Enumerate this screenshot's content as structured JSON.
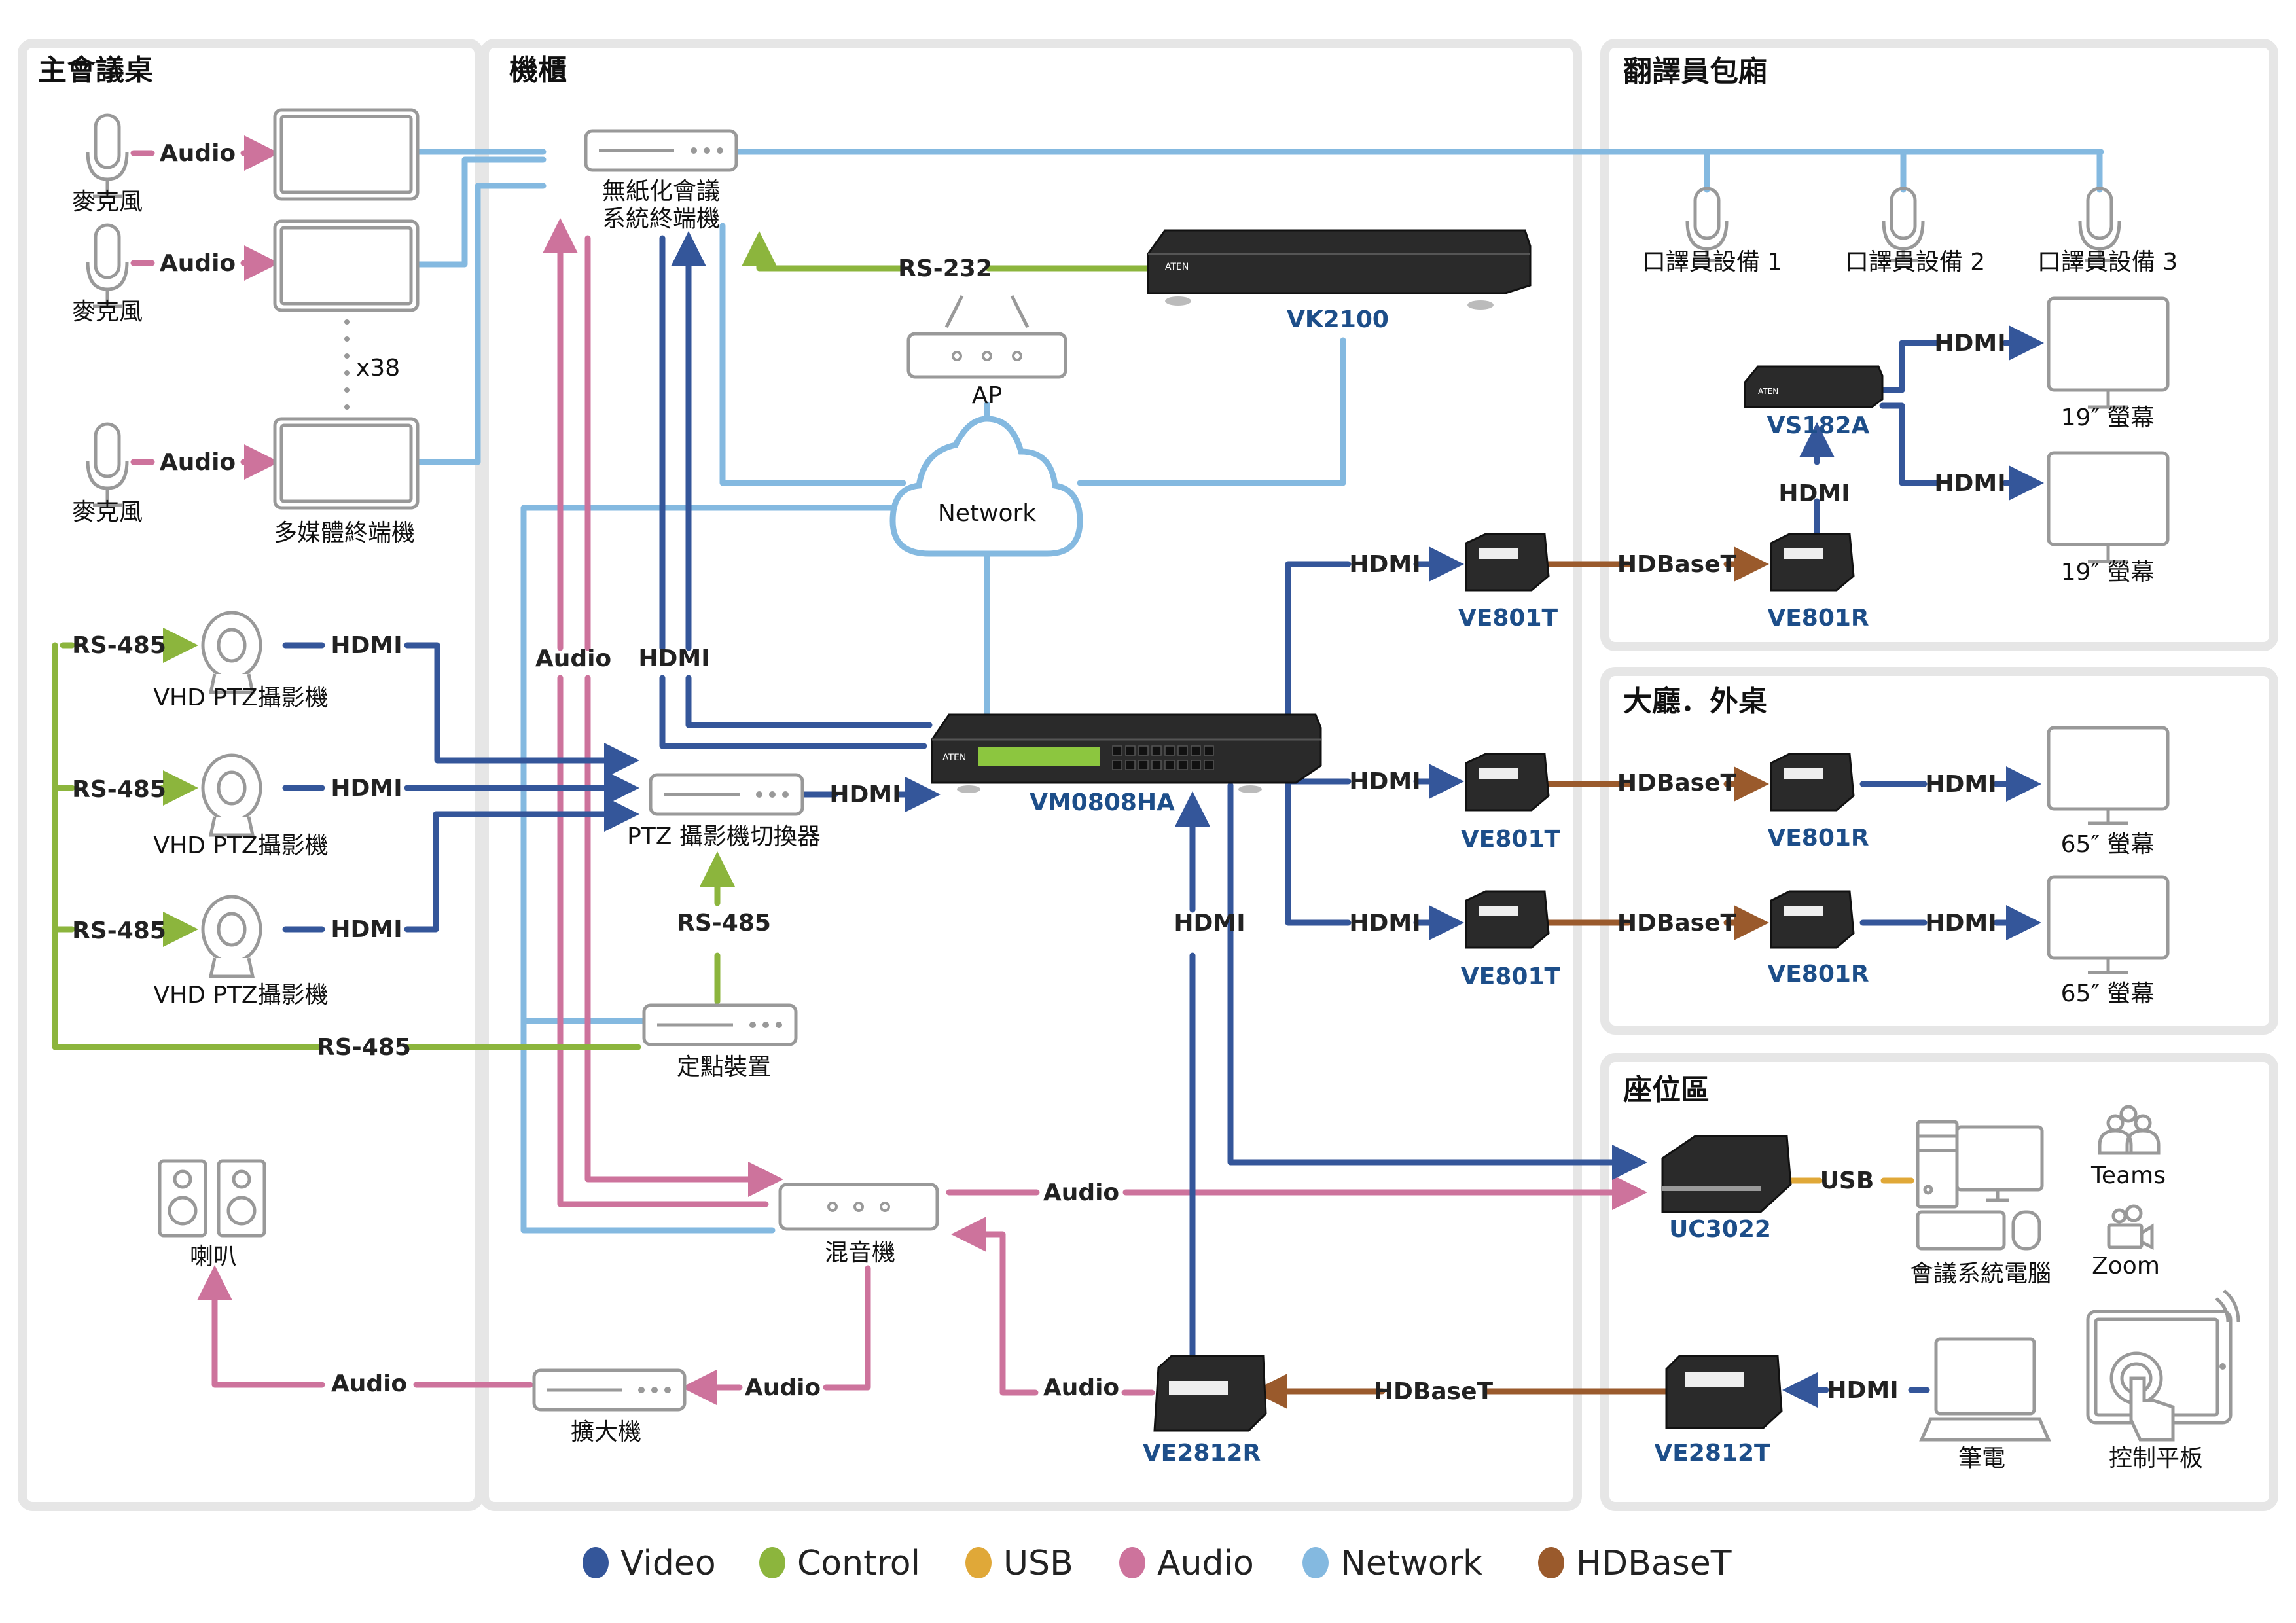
{
  "colors": {
    "video": "#34569a",
    "control": "#8cb53d",
    "usb": "#e0a838",
    "audio": "#cd739c",
    "network": "#84b9e0",
    "hdbaset": "#9a5a2c",
    "model_label": "#1d4e89"
  },
  "panels": {
    "chair_desk": "主會議桌",
    "rack": "機櫃",
    "interpreter_booth": "翻譯員包廂",
    "lobby": "大廳．外桌",
    "seating": "座位區"
  },
  "chair_desk": {
    "mic_label": "麥克風",
    "audio_label": "Audio",
    "terminal_label": "多媒體終端機",
    "terminal_count": "x38",
    "camera_label": "VHD PTZ攝影機",
    "rs485_label": "RS-485",
    "hdmi_label": "HDMI",
    "speaker_label": "喇叭"
  },
  "rack": {
    "paperless_line1": "無紙化會議",
    "paperless_line2": "系統終端機",
    "rs232_label": "RS-232",
    "vk2100": "VK2100",
    "ap_label": "AP",
    "network_label": "Network",
    "audio_label": "Audio",
    "hdmi_label": "HDMI",
    "vm0808ha": "VM0808HA",
    "ptz_switcher": "PTZ 攝影機切換器",
    "rs485_label": "RS-485",
    "preset_device": "定點裝置",
    "mixer": "混音機",
    "amplifier": "擴大機",
    "ve2812r": "VE2812R",
    "hdbaset_label": "HDBaseT"
  },
  "interpreter_booth": {
    "devices": [
      "口譯員設備 1",
      "口譯員設備 2",
      "口譯員設備 3"
    ],
    "vs182a": "VS182A",
    "hdmi_label": "HDMI",
    "monitor": "19″ 螢幕",
    "ve801t": "VE801T",
    "ve801r": "VE801R",
    "hdbaset_label": "HDBaseT"
  },
  "lobby": {
    "ve801t": "VE801T",
    "ve801r": "VE801R",
    "hdmi_label": "HDMI",
    "hdbaset_label": "HDBaseT",
    "monitor": "65″ 螢幕"
  },
  "seating": {
    "uc3022": "UC3022",
    "usb_label": "USB",
    "pc_label": "會議系統電腦",
    "teams": "Teams",
    "zoom": "Zoom",
    "ve2812t": "VE2812T",
    "hdmi_label": "HDMI",
    "laptop": "筆電",
    "tablet": "控制平板"
  },
  "legend": [
    {
      "key": "video",
      "label": "Video"
    },
    {
      "key": "control",
      "label": "Control"
    },
    {
      "key": "usb",
      "label": "USB"
    },
    {
      "key": "audio",
      "label": "Audio"
    },
    {
      "key": "network",
      "label": "Network"
    },
    {
      "key": "hdbaset",
      "label": "HDBaseT"
    }
  ]
}
